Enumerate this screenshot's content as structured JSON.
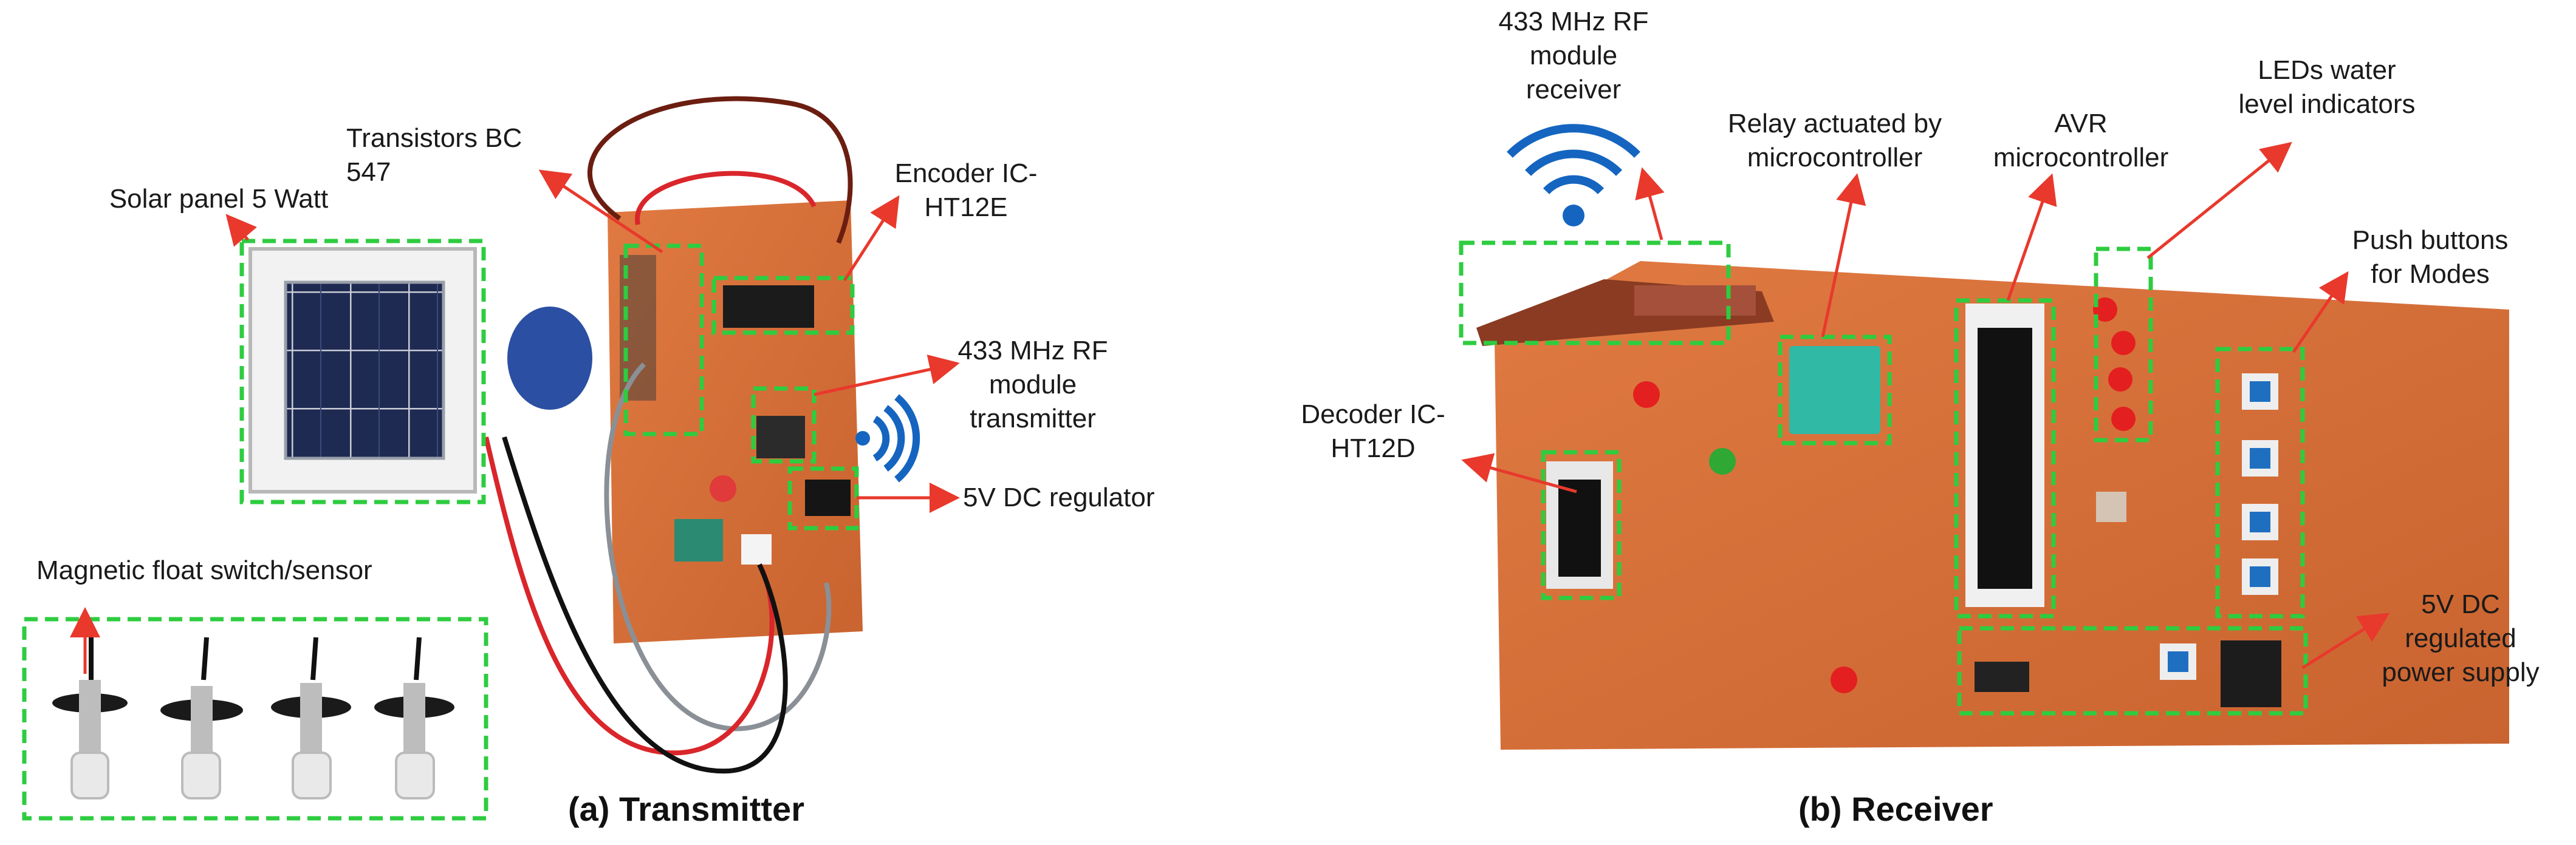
{
  "figure": {
    "transmitter": {
      "caption": "(a) Transmitter",
      "labels": {
        "solar_panel": "Solar panel 5 Watt",
        "transistors": "Transistors BC\n547",
        "encoder": "Encoder IC-\nHT12E",
        "rf_transmitter": "433 MHz RF\nmodule\ntransmitter",
        "regulator": "5V DC regulator",
        "float_switch": "Magnetic float switch/sensor"
      }
    },
    "receiver": {
      "caption": "(b) Receiver",
      "labels": {
        "rf_receiver": "433 MHz RF\nmodule\nreceiver",
        "relay": "Relay actuated by\nmicrocontroller",
        "avr": "AVR\nmicrocontroller",
        "leds": "LEDs water\nlevel indicators",
        "push_buttons": "Push buttons\nfor Modes",
        "decoder": "Decoder IC-\nHT12D",
        "power_supply": "5V DC\nregulated\npower supply"
      }
    },
    "colors": {
      "highlight_box": "#2ecc40",
      "arrow": "#e8392c",
      "pcb": "#d9733f",
      "wifi": "#1565c0"
    }
  }
}
